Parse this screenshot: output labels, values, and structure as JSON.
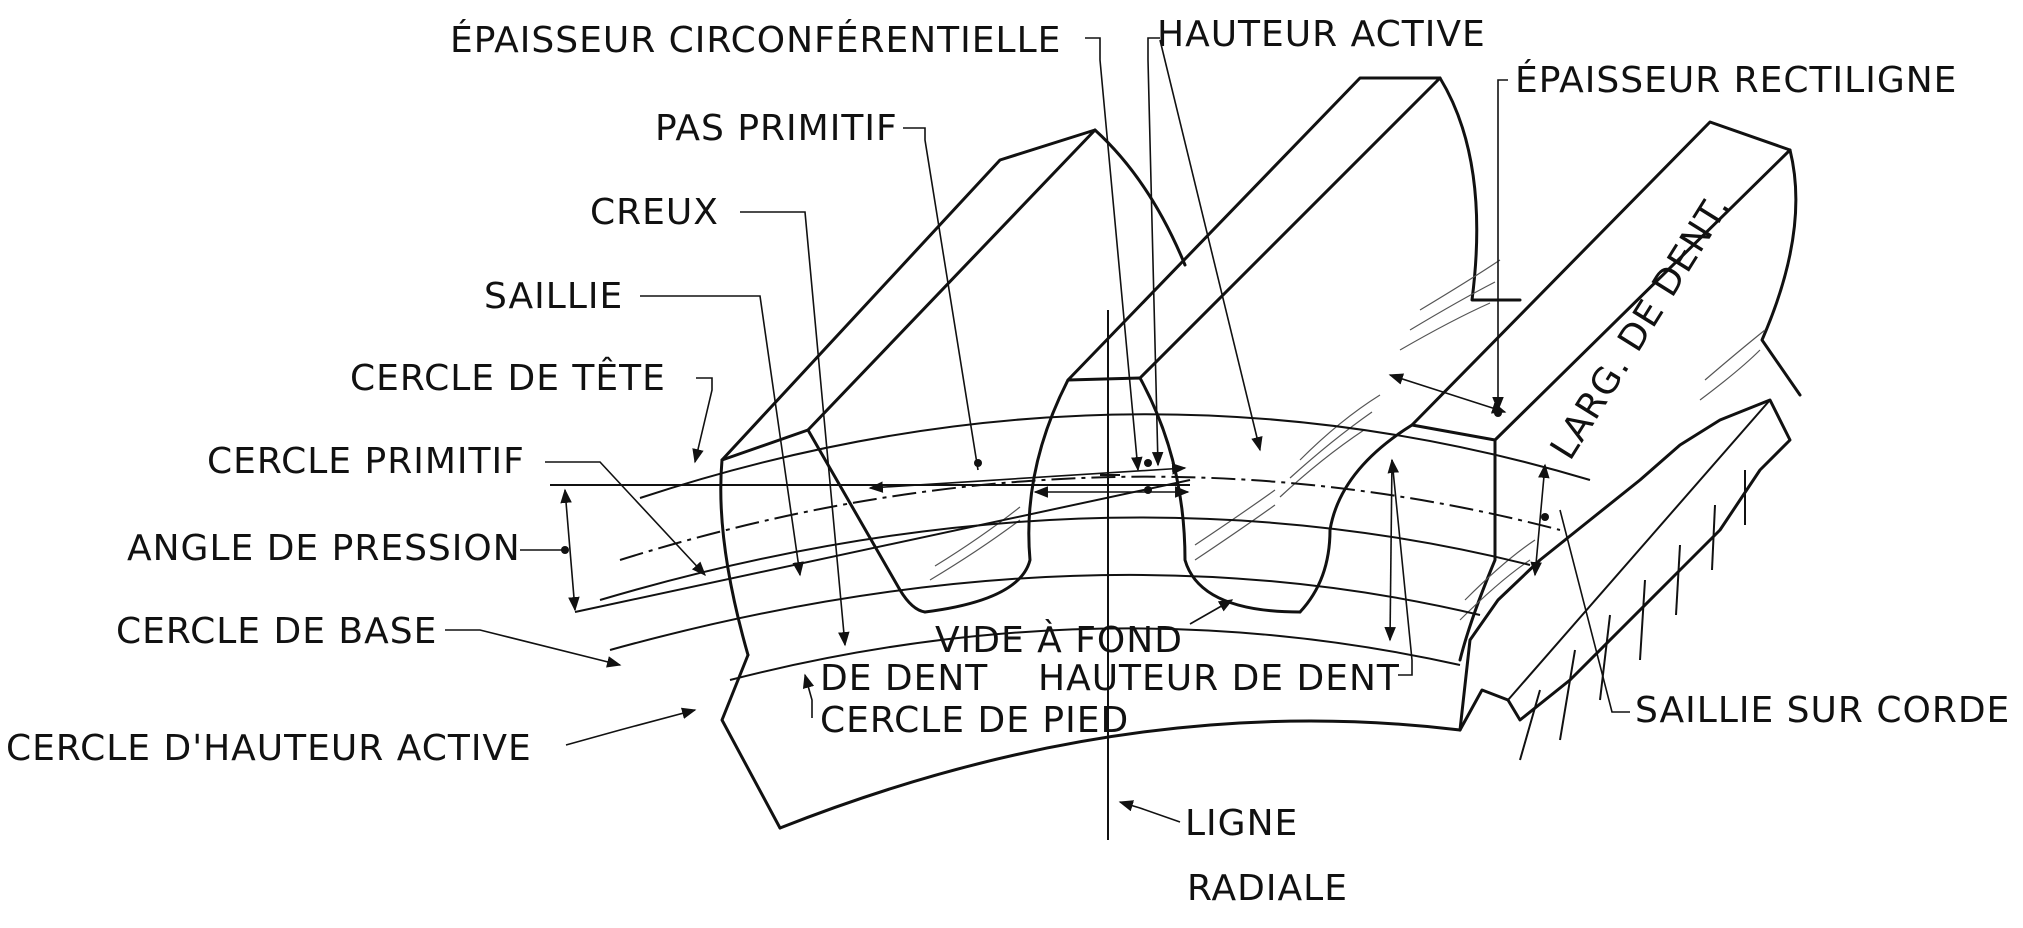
{
  "labels": {
    "epaisseur_circonferentielle": "ÉPAISSEUR CIRCONFÉRENTIELLE",
    "hauteur_active": "HAUTEUR ACTIVE",
    "epaisseur_rectiligne": "ÉPAISSEUR RECTILIGNE",
    "pas_primitif": "PAS PRIMITIF",
    "creux": "CREUX",
    "saillie": "SAILLIE",
    "cercle_de_tete": "CERCLE DE TÊTE",
    "cercle_primitif": "CERCLE PRIMITIF",
    "angle_de_pression": "ANGLE DE PRESSION",
    "cercle_de_base": "CERCLE DE BASE",
    "cercle_d_hauteur_active": "CERCLE D'HAUTEUR ACTIVE",
    "vide_a_fond": "VIDE À FOND",
    "de_dent": "DE DENT",
    "hauteur_de_dent": "HAUTEUR DE DENT",
    "cercle_de_pied": "CERCLE DE PIED",
    "saillie_sur_corde": "SAILLIE SUR CORDE",
    "ligne": "LIGNE",
    "radiale": "RADIALE",
    "larg_de_dent": "LARG. DE DENT."
  },
  "colors": {
    "ink": "#111111",
    "paper": "#ffffff"
  }
}
